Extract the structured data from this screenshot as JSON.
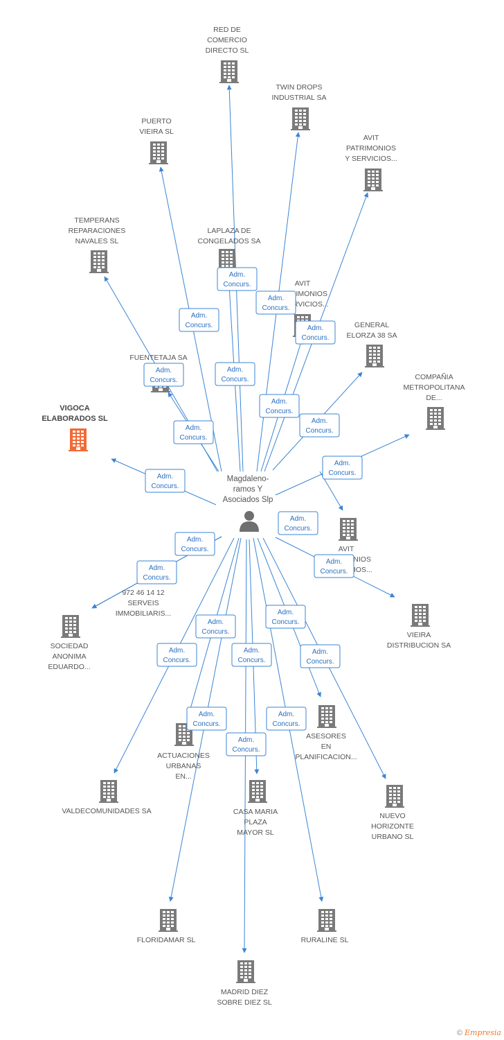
{
  "colors": {
    "edge": "#3a84d4",
    "node": "#7a7a7a",
    "highlight": "#f26a35",
    "person": "#6f6f6f"
  },
  "center": {
    "lines": [
      "Magdaleno-",
      "ramos Y",
      "Asociados Slp"
    ],
    "icon": "person-icon"
  },
  "relation_label": [
    "Adm.",
    "Concurs."
  ],
  "companies": [
    {
      "id": "red",
      "lines": [
        "RED DE",
        "COMERCIO",
        "DIRECTO SL"
      ]
    },
    {
      "id": "twin",
      "lines": [
        "TWIN DROPS",
        "INDUSTRIAL SA"
      ]
    },
    {
      "id": "puerto",
      "lines": [
        "PUERTO",
        "VIEIRA SL"
      ]
    },
    {
      "id": "avit1",
      "lines": [
        "AVIT",
        "PATRIMONIOS",
        "Y SERVICIOS..."
      ]
    },
    {
      "id": "temperans",
      "lines": [
        "TEMPERANS",
        "REPARACIONES",
        "NAVALES SL"
      ]
    },
    {
      "id": "laplaza",
      "lines": [
        "LAPLAZA DE",
        "CONGELADOS SA"
      ]
    },
    {
      "id": "avit2",
      "lines": [
        "AVIT",
        "PATRIMONIOS",
        "Y SERVICIOS..."
      ]
    },
    {
      "id": "general",
      "lines": [
        "GENERAL",
        "ELORZA 38 SA"
      ]
    },
    {
      "id": "fuentetaja",
      "lines": [
        "FUENTETAJA SA"
      ]
    },
    {
      "id": "compania",
      "lines": [
        "COMPAÑIA",
        "METROPOLITANA",
        "DE..."
      ]
    },
    {
      "id": "vigoca",
      "lines": [
        "VIGOCA",
        "ELABORADOS SL"
      ],
      "highlight": true
    },
    {
      "id": "avit3",
      "lines": [
        "AVIT",
        "PATRIMONIOS",
        "Y SERVICIOS..."
      ]
    },
    {
      "id": "serveis",
      "lines": [
        "972 46 14 12",
        "SERVEIS",
        "IMMOBILIARIS..."
      ]
    },
    {
      "id": "sociedad",
      "lines": [
        "SOCIEDAD",
        "ANONIMA",
        "EDUARDO..."
      ]
    },
    {
      "id": "vieira",
      "lines": [
        "VIEIRA",
        "DISTRIBUCION SA"
      ]
    },
    {
      "id": "actuaciones",
      "lines": [
        "ACTUACIONES",
        "URBANAS",
        "EN..."
      ]
    },
    {
      "id": "asesores",
      "lines": [
        "ASESORES",
        "EN",
        "PLANIFICACION..."
      ]
    },
    {
      "id": "valde",
      "lines": [
        "VALDECOMUNIDADES SA"
      ]
    },
    {
      "id": "casa",
      "lines": [
        "CASA MARIA",
        "PLAZA",
        "MAYOR SL"
      ]
    },
    {
      "id": "nuevo",
      "lines": [
        "NUEVO",
        "HORIZONTE",
        "URBANO SL"
      ]
    },
    {
      "id": "florida",
      "lines": [
        "FLORIDAMAR SL"
      ]
    },
    {
      "id": "ruraline",
      "lines": [
        "RURALINE SL"
      ]
    },
    {
      "id": "madrid",
      "lines": [
        "MADRID DIEZ",
        "SOBRE DIEZ SL"
      ]
    }
  ],
  "footer": {
    "copyright": "©",
    "brand": "Empresia"
  }
}
